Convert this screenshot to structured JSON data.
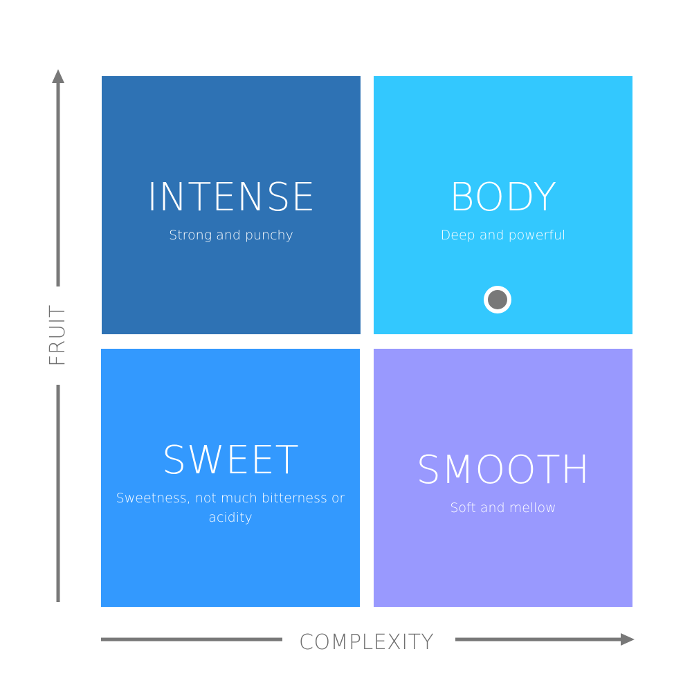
{
  "quadrants": {
    "intense": {
      "title": "INTENSE",
      "subtitle": "Strong and punchy",
      "color": "#2e72b4"
    },
    "body": {
      "title": "BODY",
      "subtitle": "Deep and powerful",
      "color": "#33c8fe"
    },
    "sweet": {
      "title": "SWEET",
      "subtitle": "Sweetness, not much bitterness or acidity",
      "color": "#3399fe"
    },
    "smooth": {
      "title": "SMOOTH",
      "subtitle": "Soft and mellow",
      "color": "#9999fe"
    }
  },
  "axes": {
    "x_label": "COMPLEXITY",
    "y_label": "FRUIT",
    "color": "#6f6f6f"
  },
  "marker": {
    "quadrant": "body",
    "color": "#787878"
  }
}
